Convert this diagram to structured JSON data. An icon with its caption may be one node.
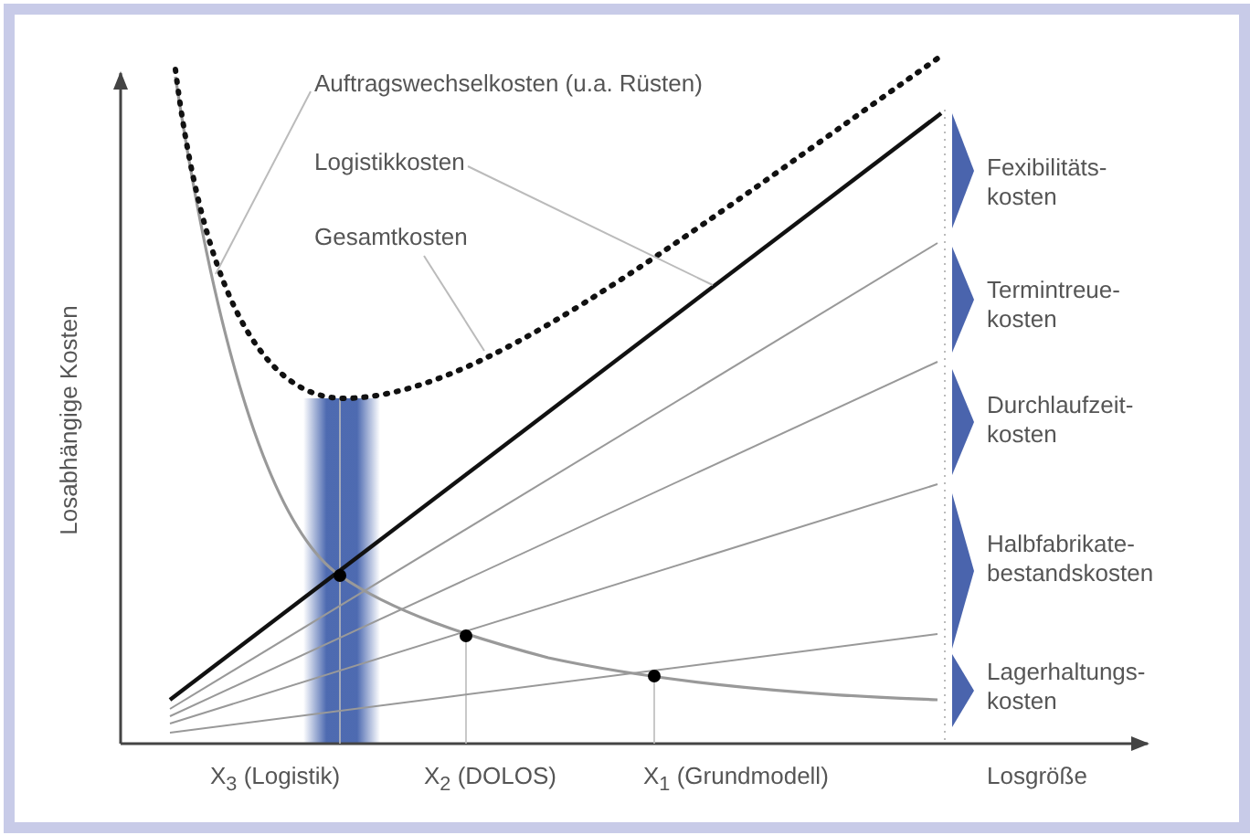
{
  "diagram": {
    "nodes": [
      {
        "text": [
          "Auftragswechselkosten (u.a. Rüsten)"
        ]
      },
      {
        "text": [
          "Logistikkosten"
        ]
      },
      {
        "text": [
          "Gesamtkosten"
        ]
      }
    ],
    "edges": [
      {
        "from": 0,
        "to": null,
        "arrow": "none"
      },
      {
        "from": 1,
        "to": null,
        "arrow": "none"
      },
      {
        "from": 2,
        "to": null,
        "arrow": "none"
      }
    ],
    "labels": [
      "Losabhängige Kosten",
      "Fexibilitäts- kosten",
      "Termintreue- kosten",
      "Durchlaufzeit- kosten",
      "Halbfabrikate- bestandskosten",
      "Lagerhaltungs- kosten",
      "X$_{3}$ (Logistik)",
      "X$_{2}$ (DOLOS)",
      "X$_{1}$ (Grundmodell)",
      "Losgröße"
    ]
  }
}
